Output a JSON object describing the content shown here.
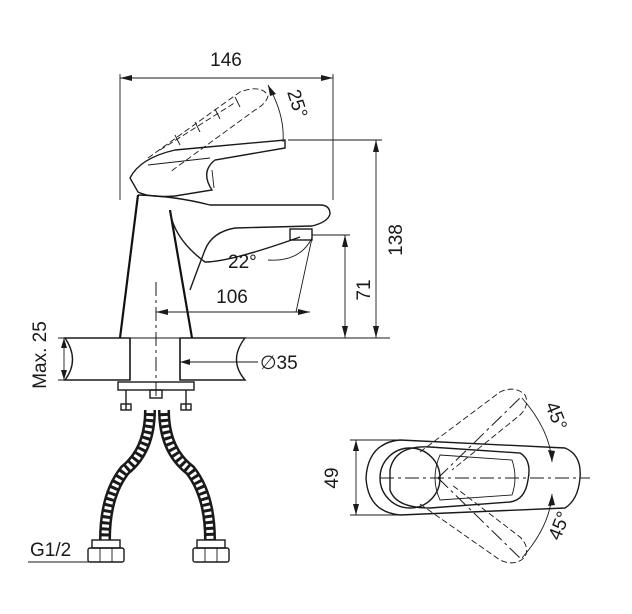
{
  "dimensions": {
    "width_total": "146",
    "handle_angle_top": "25°",
    "height_total": "138",
    "spout_angle": "22°",
    "spout_reach": "106",
    "spout_height": "71",
    "hole_diameter": "∅35",
    "max_thickness": "Max. 25",
    "thread": "G1/2",
    "top_view_width": "49",
    "rotation_upper": "45°",
    "rotation_lower": "45°"
  }
}
